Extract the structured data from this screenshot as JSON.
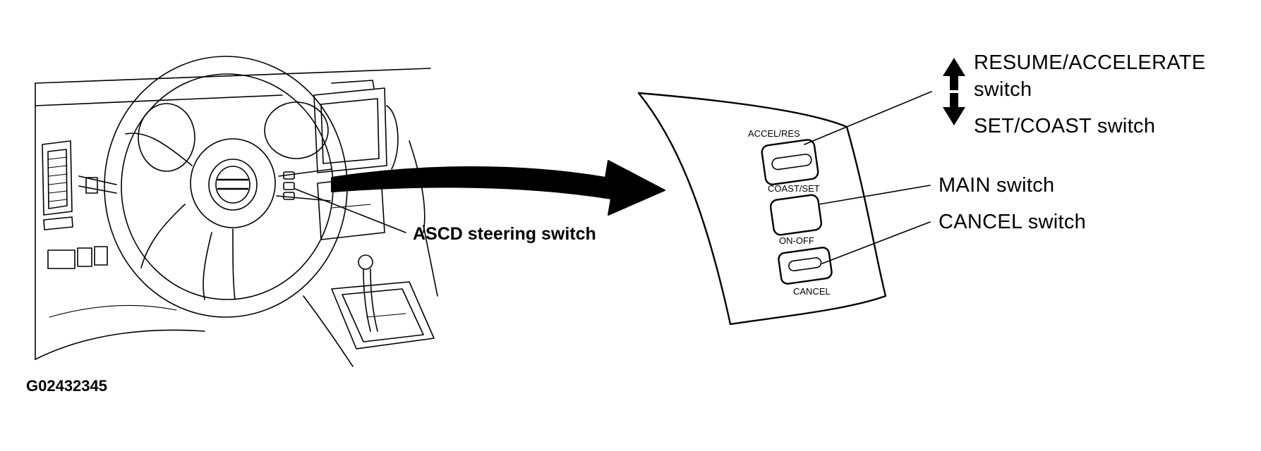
{
  "labels": {
    "ascd_steering_switch": "ASCD steering switch",
    "resume_accelerate_line1": "RESUME/ACCELERATE",
    "resume_accelerate_line2": "switch",
    "set_coast": "SET/COAST switch",
    "main": "MAIN switch",
    "cancel": "CANCEL switch",
    "figure_code": "G02432345"
  },
  "button_labels": {
    "accel_res": "ACCEL/RES",
    "coast_set": "COAST/SET",
    "on_off": "ON-OFF",
    "cancel": "CANCEL"
  },
  "colors": {
    "ink": "#000000",
    "paper": "#ffffff"
  },
  "icons": {
    "up": "arrow-up-icon",
    "down": "arrow-down-icon",
    "pointer": "big-arrow-icon"
  }
}
